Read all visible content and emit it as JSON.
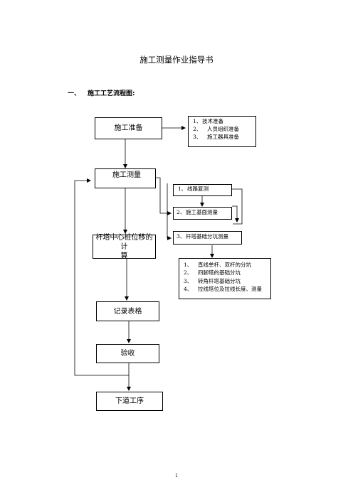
{
  "document": {
    "title": "施工测量作业指导书",
    "section": {
      "number": "一、",
      "title": "施工工艺流程图:"
    },
    "page_number": "1"
  },
  "flowchart": {
    "prep": "施工准备",
    "prep_notes": [
      {
        "num": "1、",
        "text": "技术准备"
      },
      {
        "num": "2、",
        "text": "人员组织准备"
      },
      {
        "num": "3、",
        "text": "施工器具准备"
      }
    ],
    "survey": "施工测量",
    "survey_steps": {
      "route_recheck": {
        "num": "1、",
        "text": "线路复测"
      },
      "section_survey": {
        "num": "2、",
        "text": "施工基面测量"
      },
      "foundation_split": {
        "num": "3、",
        "text": "杆塔基础分坑测量"
      }
    },
    "split_notes": [
      {
        "num": "1、",
        "text": "直线单杆、双杆的分坑"
      },
      {
        "num": "2、",
        "text": "四脚塔的基础分坑"
      },
      {
        "num": "3、",
        "text": "转角杆塔基础分坑"
      },
      {
        "num": "4、",
        "text": "拉线塔位及拉线长度、测量"
      }
    ],
    "offset_calc_line1": "杆塔中心桩位移的",
    "offset_calc_line2": "计",
    "offset_calc_line2b": "算",
    "record": "记录表格",
    "accept_a": "验",
    "accept_b": "收",
    "next": "下道工序"
  }
}
